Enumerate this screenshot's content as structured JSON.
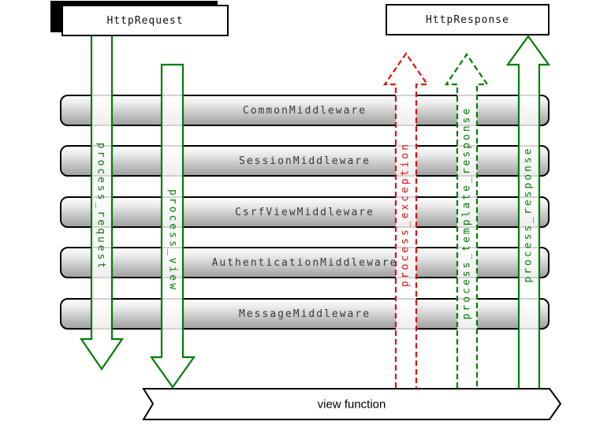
{
  "colors": {
    "green": "#007d00",
    "red": "#e01010",
    "bar_text": "#3a3a3a"
  },
  "boxes": {
    "request": "HttpRequest",
    "response": "HttpResponse"
  },
  "middleware_layers": [
    "CommonMiddleware",
    "SessionMiddleware",
    "CsrfViewMiddleware",
    "AuthenticationMiddleware",
    "MessageMiddleware"
  ],
  "arrows": {
    "process_request": {
      "label": "process_request",
      "direction": "down",
      "style": "solid",
      "color": "green"
    },
    "process_view": {
      "label": "process_view",
      "direction": "down",
      "style": "solid",
      "color": "green"
    },
    "process_exception": {
      "label": "process_exception",
      "direction": "up",
      "style": "dashed",
      "color": "red"
    },
    "process_template_response": {
      "label": "process_template_response",
      "direction": "up",
      "style": "dashed",
      "color": "green"
    },
    "process_response": {
      "label": "process_response",
      "direction": "up",
      "style": "solid",
      "color": "green"
    }
  },
  "view_function": {
    "label": "view function"
  }
}
